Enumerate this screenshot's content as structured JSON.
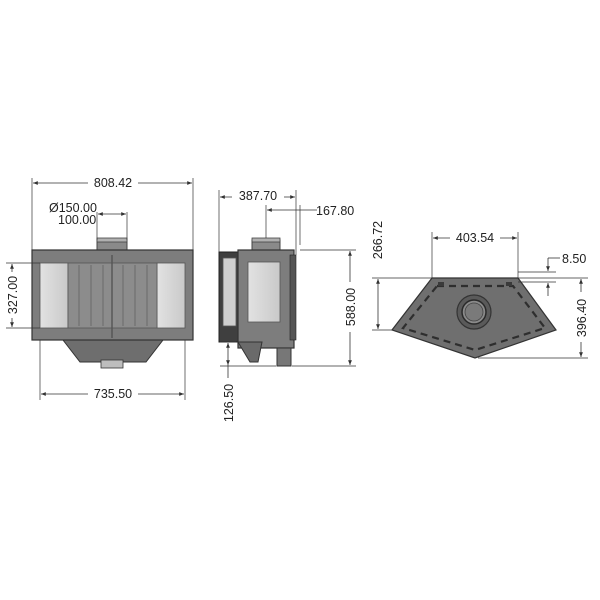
{
  "drawing": {
    "front": {
      "overall_width": "808.42",
      "flue_diameter": "Ø150.00",
      "flue_offset": "100.00",
      "glass_height": "327.00",
      "base_width": "735.50"
    },
    "side": {
      "depth": "387.70",
      "flue_setback": "167.80",
      "height": "588.00",
      "base_height": "126.50"
    },
    "top": {
      "flue_offset": "266.72",
      "back_width": "403.54",
      "wall_gap": "8.50",
      "depth": "396.40"
    }
  },
  "colors": {
    "frame": "#7d7d7d",
    "frame_dark": "#555555",
    "glass": "#d6d6d6",
    "liner": "#9a9a9a",
    "line": "#333333"
  }
}
